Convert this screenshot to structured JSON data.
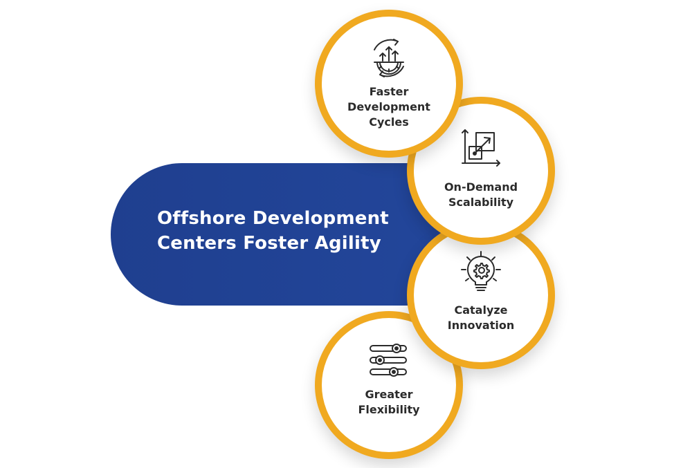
{
  "center": {
    "title_line1": "Offshore Development",
    "title_line2": "Centers Foster Agility"
  },
  "colors": {
    "center_fill": "#23479c",
    "ring": "#f0a920",
    "text_dark": "#2b2b2b"
  },
  "benefits": [
    {
      "icon": "gear-upward-arrows-icon",
      "line1": "Faster",
      "line2": "Development",
      "line3": "Cycles"
    },
    {
      "icon": "scaling-chart-icon",
      "line1": "On-Demand",
      "line2": "Scalability"
    },
    {
      "icon": "lightbulb-gear-icon",
      "line1": "Catalyze",
      "line2": "Innovation"
    },
    {
      "icon": "slider-controls-icon",
      "line1": "Greater",
      "line2": "Flexibility"
    }
  ]
}
